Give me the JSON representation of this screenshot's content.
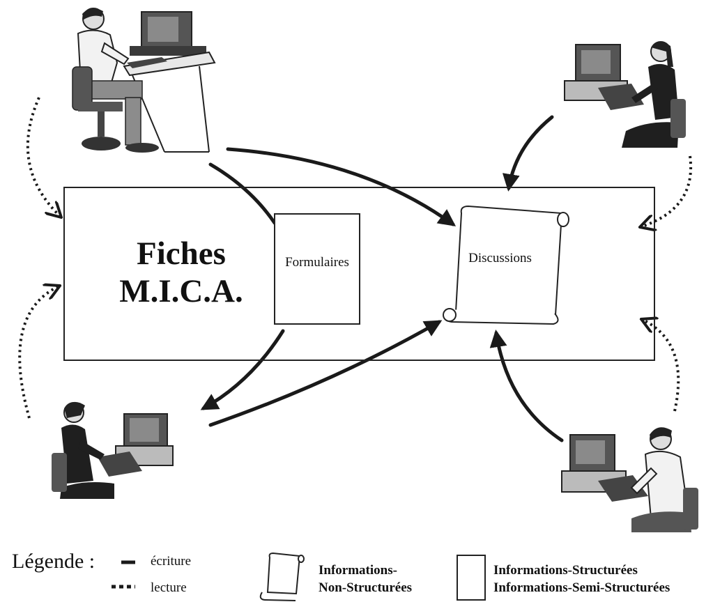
{
  "main_box": {
    "title_line1": "Fiches",
    "title_line2": "M.I.C.A."
  },
  "documents": {
    "formulaires": "Formulaires",
    "discussions": "Discussions"
  },
  "legend": {
    "title": "Légende :",
    "write_label": "écriture",
    "read_label": "lecture",
    "unstructured_line1": "Informations-",
    "unstructured_line2": "Non-Structurées",
    "structured_line1": "Informations-Structurées",
    "structured_line2": "Informations-Semi-Structurées"
  },
  "icons": [
    "user-workstation-icon",
    "scroll-document-icon",
    "form-document-icon"
  ],
  "colors": {
    "ink": "#1a1a1a",
    "background": "#ffffff"
  }
}
